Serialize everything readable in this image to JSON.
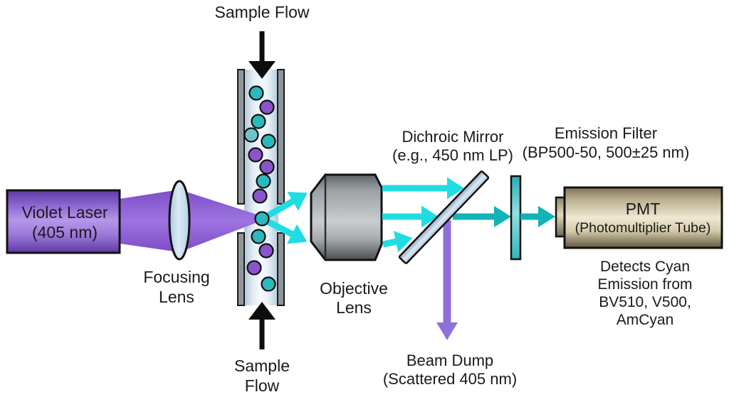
{
  "components": {
    "sample_flow_top": {
      "label": "Sample Flow"
    },
    "violet_laser": {
      "line1": "Violet Laser",
      "line2": "(405 nm)"
    },
    "focusing_lens": {
      "line1": "Focusing",
      "line2": "Lens"
    },
    "objective_lens": {
      "line1": "Objective",
      "line2": "Lens"
    },
    "dichroic_mirror": {
      "line1": "Dichroic Mirror",
      "line2": "(e.g., 450 nm LP)"
    },
    "emission_filter": {
      "line1": "Emission Filter",
      "line2": "(BP500-50, 500±25 nm)"
    },
    "pmt": {
      "line1": "PMT",
      "line2": "(Photomultiplier Tube)"
    },
    "pmt_note": {
      "line1": "Detects Cyan",
      "line2": "Emission from",
      "line3": "BV510, V500,",
      "line4": "AmCyan"
    },
    "beam_dump": {
      "line1": "Beam Dump",
      "line2": "(Scattered 405 nm)"
    },
    "sample_flow_bottom": {
      "line1": "Sample",
      "line2": "Flow"
    }
  },
  "colors": {
    "background": "#ffffff",
    "text": "#1a1a1a",
    "laser_beam_purple": "#8b5ad2",
    "beam_dump_purple": "#8f70d8",
    "scatter_cyan": "#1fdde2",
    "transmitted_teal": "#12b3b6",
    "flow_arrow_black": "#0d0d0d",
    "particle_teal": "#2ab9bd",
    "particle_teal_light": "#6fc3cf",
    "particle_purple": "#8a55cb",
    "tube_wall_gray": "#8e969c",
    "mirror_blue": "#b9cfe2",
    "filter_teal": "#3ec3c8",
    "pmt_tan": "#d9cfae",
    "laser_box_purple": "#9a77d8",
    "objective_gray": "#c0c3c5",
    "lens_blue": "#c3d8ea"
  }
}
